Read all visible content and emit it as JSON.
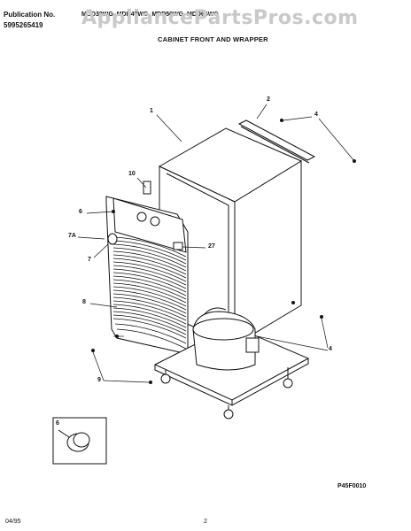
{
  "header": {
    "pub_label": "Publication No.",
    "pub_number": "5995265419",
    "models": "MDD30WG, MDD40WG, MDD50WG, MDD65WG",
    "watermark": "AppliancePartsPros.com",
    "section_title": "CABINET FRONT AND WRAPPER"
  },
  "diagram": {
    "callouts": [
      "1",
      "2",
      "4",
      "10",
      "6",
      "7A",
      "7",
      "27",
      "8",
      "4",
      "9",
      "6"
    ],
    "figure_code": "P45F0010"
  },
  "footer": {
    "date": "04/95",
    "page": "2"
  }
}
